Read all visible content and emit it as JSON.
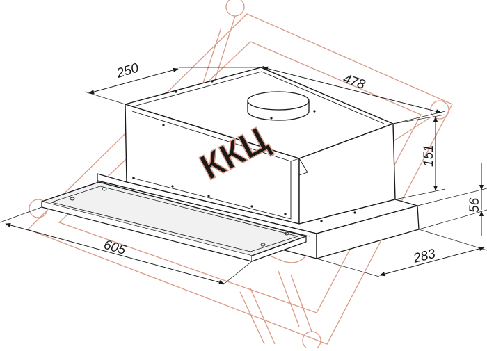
{
  "dimensions": {
    "depth": "250",
    "length": "478",
    "height": "151",
    "panel_height": "56",
    "panel_depth": "283",
    "width": "605"
  },
  "watermark": {
    "text": "ККЦ",
    "color": "#d99a86"
  },
  "colors": {
    "line": "#1a1a1a",
    "body_fill": "#ffffff",
    "panel_fill": "#f1f1f1"
  }
}
